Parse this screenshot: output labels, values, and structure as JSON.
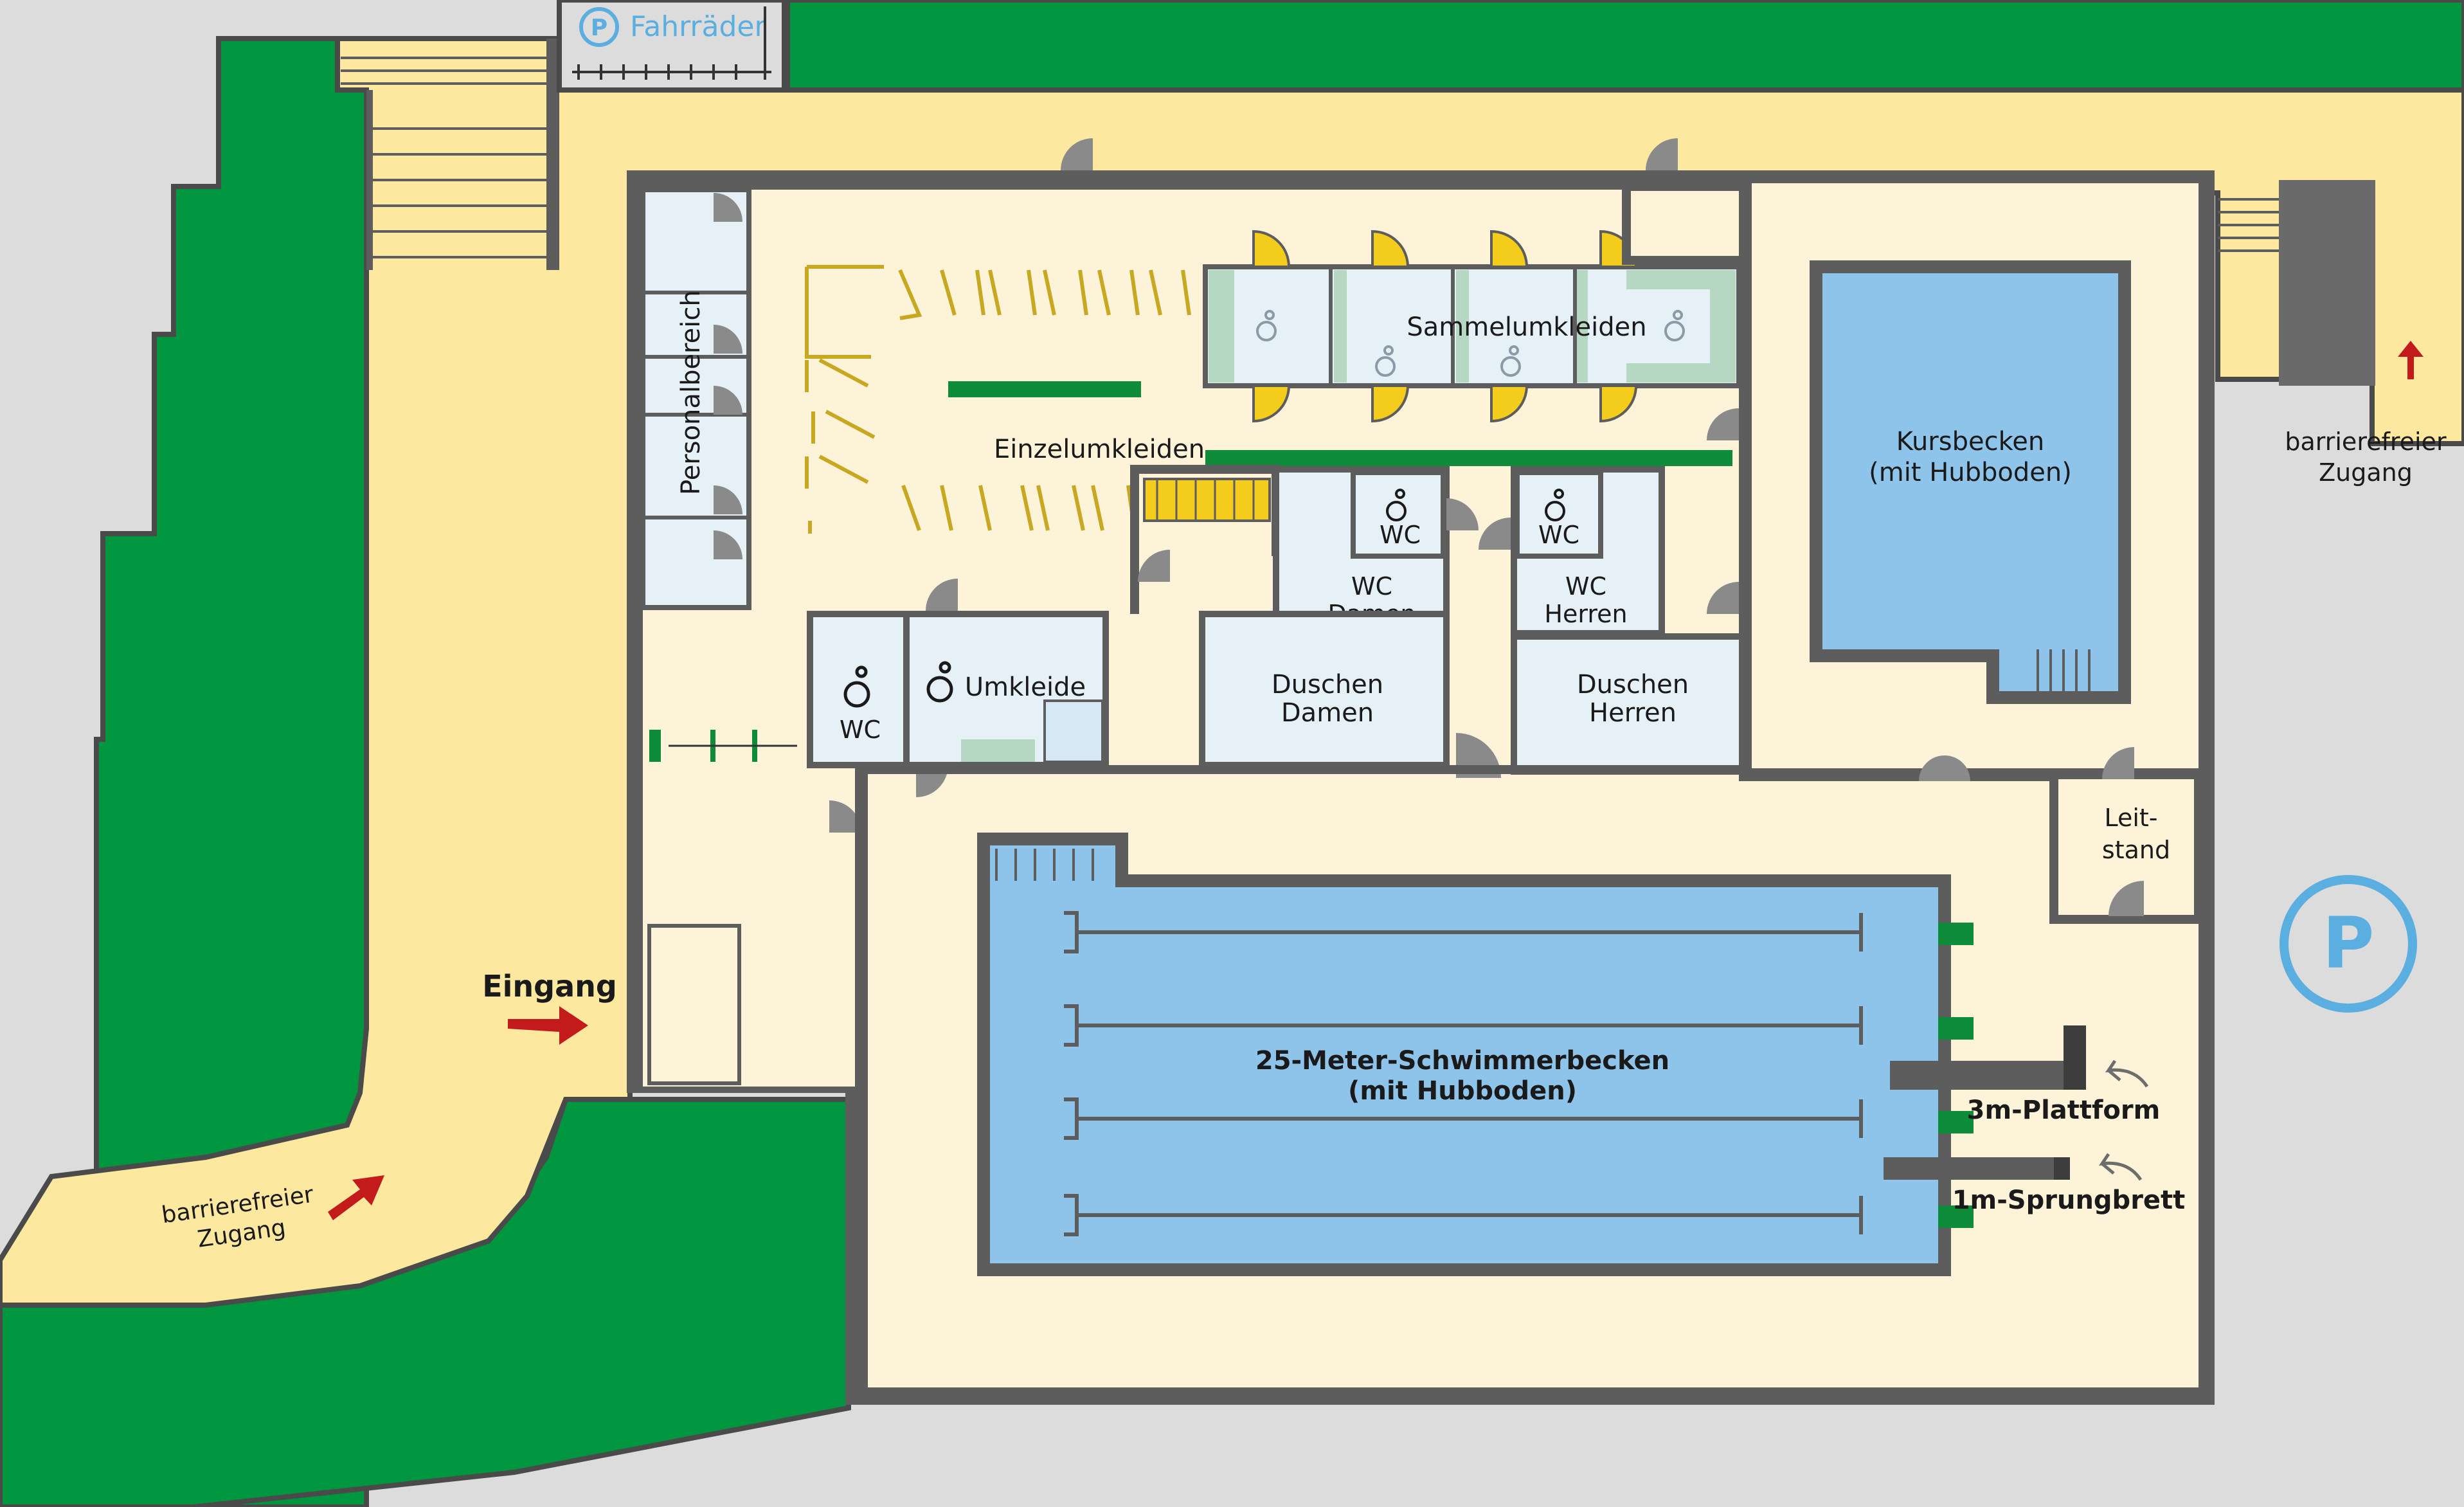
{
  "colors": {
    "background": "#dcdcdc",
    "grass": "#00963f",
    "path": "#fde8a0",
    "walls": "#5d5d5d",
    "floor": "#fdf3d8",
    "water": "#8ec4ea",
    "tiles": "#e6f1f7",
    "benches": "#0f8c3a",
    "doors_yellow": "#f3cc1c",
    "entrance_arrow": "#c31b1b",
    "parking": "#5aaee0"
  },
  "icons": [
    "parking-icon",
    "bicycle-stand-icon",
    "wheelchair-icon",
    "entrance-arrow-icon",
    "diving-arrow-icon"
  ],
  "labels": {
    "fahrraeder": "Fahrräder",
    "parking_symbol": "P",
    "personalbereich": "Personalbereich",
    "einzelumkleiden": "Einzelumkleiden",
    "sammelumkleiden": "Sammelumkleiden",
    "kursbecken_1": "Kursbecken",
    "kursbecken_2": "(mit Hubboden)",
    "wc": "WC",
    "wc_damen_1": "WC",
    "wc_damen_2": "Damen",
    "wc_herren_1": "WC",
    "wc_herren_2": "Herren",
    "umkleide": "Umkleide",
    "duschen_damen_1": "Duschen",
    "duschen_damen_2": "Damen",
    "duschen_herren_1": "Duschen",
    "duschen_herren_2": "Herren",
    "leitstand_1": "Leit-",
    "leitstand_2": "stand",
    "eingang": "Eingang",
    "zugang_left_1": "barrierefreier",
    "zugang_left_2": "Zugang",
    "zugang_right_1": "barrierefreier",
    "zugang_right_2": "Zugang",
    "pool_1": "25-Meter-Schwimmerbecken",
    "pool_2": "(mit Hubboden)",
    "plattform": "3m-Plattform",
    "sprungbrett": "1m-Sprungbrett"
  }
}
